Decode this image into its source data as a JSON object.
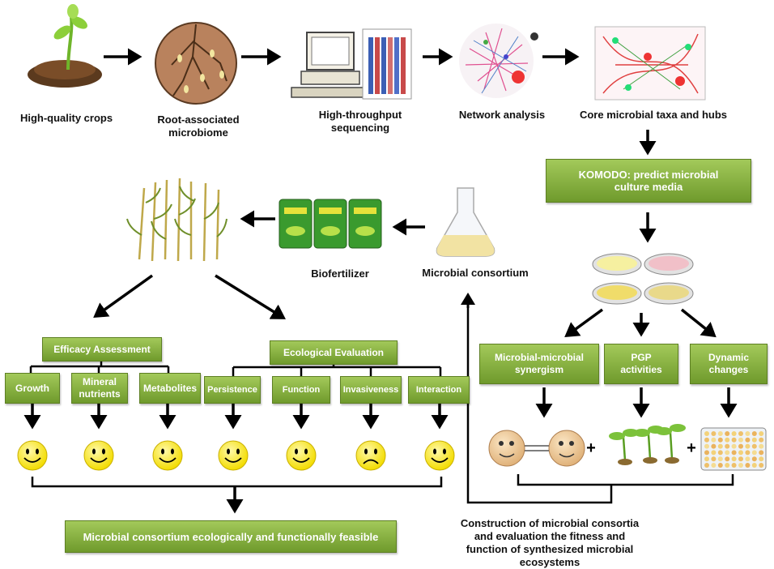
{
  "top_row": {
    "crops": "High-quality crops",
    "root": "Root-associated microbiome",
    "sequencing": "High-throughput sequencing",
    "network": "Network analysis",
    "core": "Core microbial taxa and hubs"
  },
  "komodo": "KOMODO: predict microbial culture media",
  "middle": {
    "biofertilizer": "Biofertilizer",
    "consortium": "Microbial consortium"
  },
  "left_tree": {
    "efficacy": "Efficacy  Assessment",
    "ecological": "Ecological Evaluation",
    "items": [
      "Growth",
      "Mineral nutrients",
      "Metabolites",
      "Persistence",
      "Function",
      "Invasiveness",
      "Interaction"
    ],
    "faces": [
      "happy",
      "happy",
      "happy",
      "happy",
      "happy",
      "sad",
      "happy"
    ]
  },
  "right_tree": {
    "synergism": "Microbial-microbial synergism",
    "pgp": "PGP activities",
    "dynamic": "Dynamic changes"
  },
  "bottom_left": "Microbial consortium ecologically and functionally feasible",
  "bottom_right": "Construction of microbial consortia and evaluation the fitness  and  function of synthesized microbial ecosystems",
  "plus_signs": [
    "+",
    "+"
  ],
  "colors": {
    "green_box": "#7ca83a",
    "smiley": "#ffe600",
    "arrow": "#000000"
  }
}
